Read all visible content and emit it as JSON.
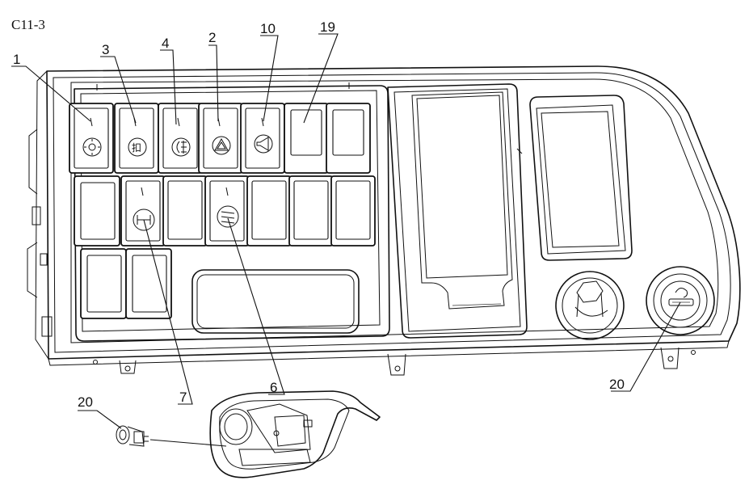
{
  "figure": {
    "code": "C11-3"
  },
  "callouts": [
    {
      "id": "c1",
      "label": "1"
    },
    {
      "id": "c3",
      "label": "3"
    },
    {
      "id": "c4",
      "label": "4"
    },
    {
      "id": "c2",
      "label": "2"
    },
    {
      "id": "c10",
      "label": "10"
    },
    {
      "id": "c19",
      "label": "19"
    },
    {
      "id": "c7",
      "label": "7"
    },
    {
      "id": "c6",
      "label": "6"
    },
    {
      "id": "c20a",
      "label": "20"
    },
    {
      "id": "c20b",
      "label": "20"
    }
  ],
  "switch_icons": [
    "sun-light-icon",
    "parking-brake-icon",
    "rear-fog-icon",
    "hazard-triangle-icon",
    "horn-icon",
    "blank",
    "blank",
    "blank",
    "axle-lock-icon",
    "blank",
    "headlight-beam-icon",
    "blank",
    "blank",
    "blank",
    "blank",
    "blank"
  ]
}
